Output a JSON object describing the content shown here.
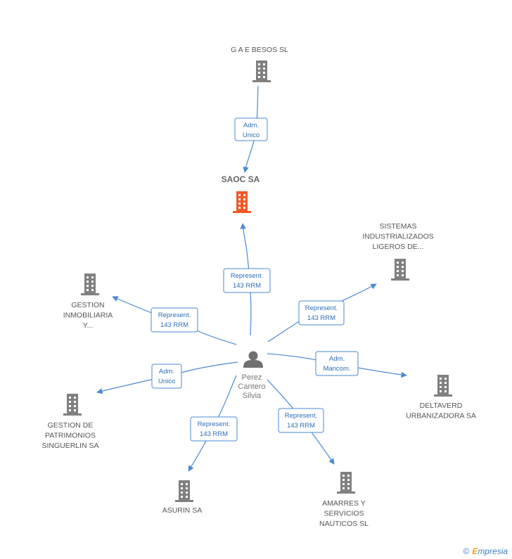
{
  "center_company": {
    "label": "SAOC SA",
    "color": "#f05a28"
  },
  "person": {
    "lines": [
      "Perez",
      "Cantero",
      "Silvia"
    ]
  },
  "companies": [
    {
      "id": "gae",
      "lines": [
        "G A E BESOS SL"
      ]
    },
    {
      "id": "sistemas",
      "lines": [
        "SISTEMAS",
        "INDUSTRIALIZADOS",
        "LIGEROS DE..."
      ]
    },
    {
      "id": "gestion-inm",
      "lines": [
        "GESTION",
        "INMOBILIARIA",
        "Y..."
      ]
    },
    {
      "id": "deltaverd",
      "lines": [
        "DELTAVERD",
        "URBANIZADORA SA"
      ]
    },
    {
      "id": "gestion-pat",
      "lines": [
        "GESTION DE",
        "PATRIMONIOS",
        "SINGUERLIN SA"
      ]
    },
    {
      "id": "asurin",
      "lines": [
        "ASURIN SA"
      ]
    },
    {
      "id": "amarres",
      "lines": [
        "AMARRES Y",
        "SERVICIOS",
        "NAUTICOS SL"
      ]
    }
  ],
  "edges": [
    {
      "id": "gae-saoc",
      "lines": [
        "Adm.",
        "Unico"
      ]
    },
    {
      "id": "person-saoc",
      "lines": [
        "Represent.",
        "143 RRM"
      ]
    },
    {
      "id": "person-sistemas",
      "lines": [
        "Represent.",
        "143 RRM"
      ]
    },
    {
      "id": "person-gestion-inm",
      "lines": [
        "Represent.",
        "143 RRM"
      ]
    },
    {
      "id": "person-deltaverd",
      "lines": [
        "Adm.",
        "Mancom."
      ]
    },
    {
      "id": "person-gestion-pat",
      "lines": [
        "Adm.",
        "Unico"
      ]
    },
    {
      "id": "person-asurin",
      "lines": [
        "Represent.",
        "143 RRM"
      ]
    },
    {
      "id": "person-amarres",
      "lines": [
        "Represent.",
        "143 RRM"
      ]
    }
  ],
  "colors": {
    "building": "#808080",
    "edge": "#4a8ad4",
    "center": "#f05a28"
  },
  "footer": {
    "copyright": "©",
    "brand_initial": "E",
    "brand_rest": "mpresia"
  }
}
